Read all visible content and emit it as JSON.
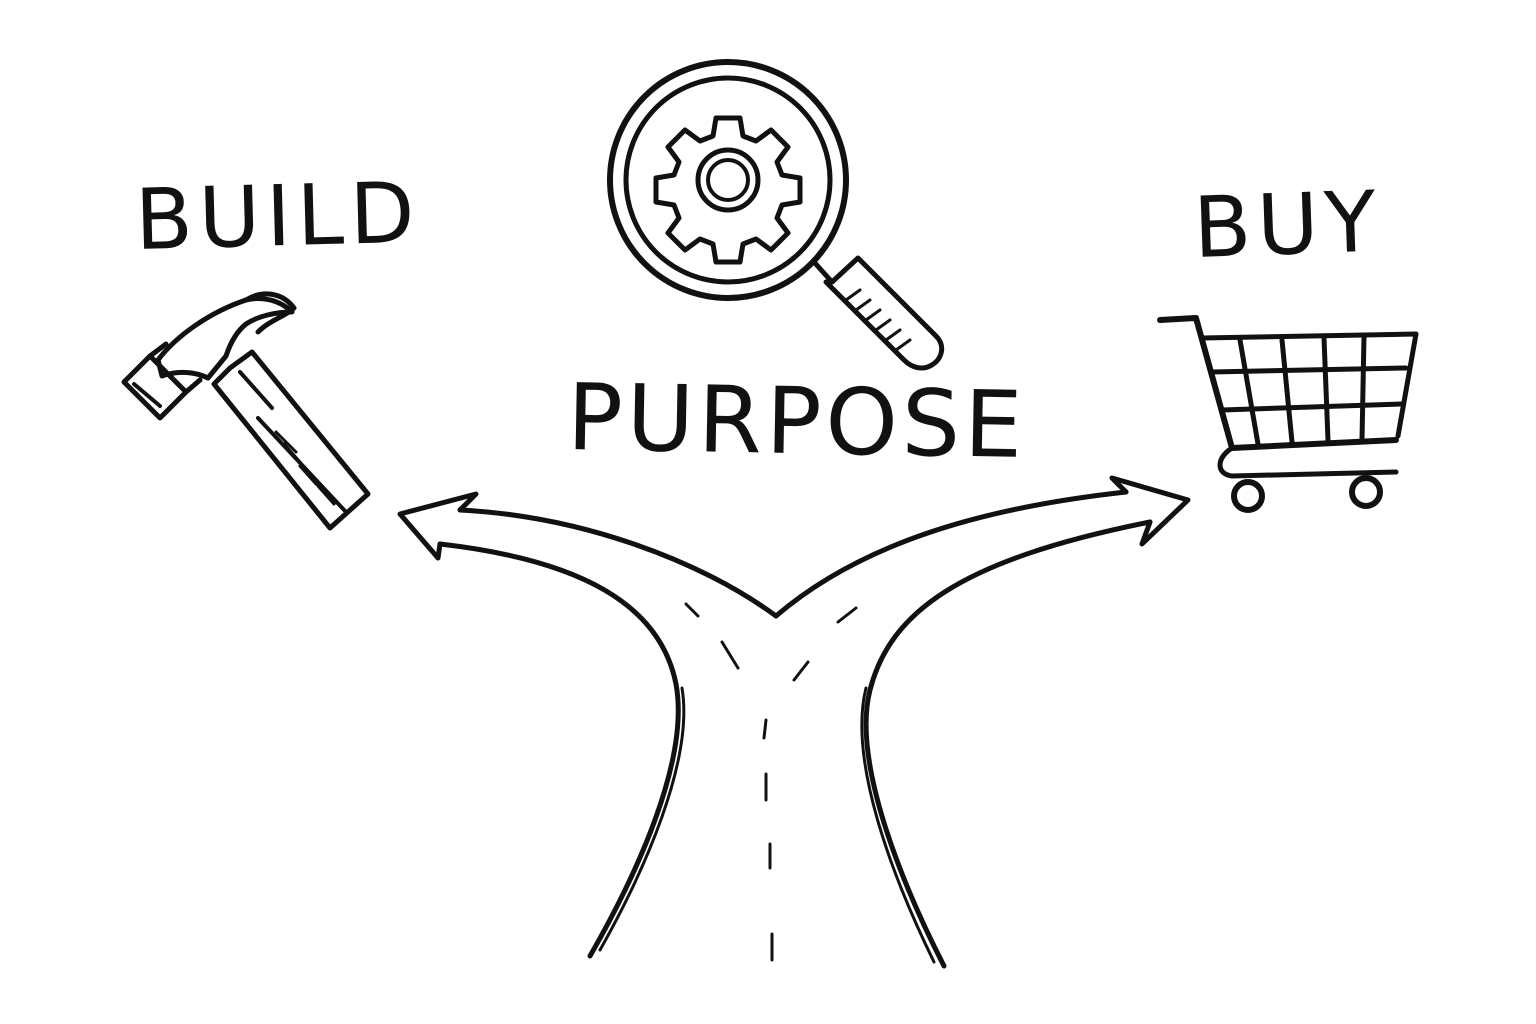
{
  "labels": {
    "build": "BUILD",
    "purpose": "PURPOSE",
    "buy": "BUY"
  },
  "icons": {
    "left": "hammer-icon",
    "center": "magnifying-glass-gear-icon",
    "right": "shopping-cart-icon",
    "road": "forked-road-icon"
  },
  "colors": {
    "ink": "#111111",
    "background": "#ffffff"
  }
}
